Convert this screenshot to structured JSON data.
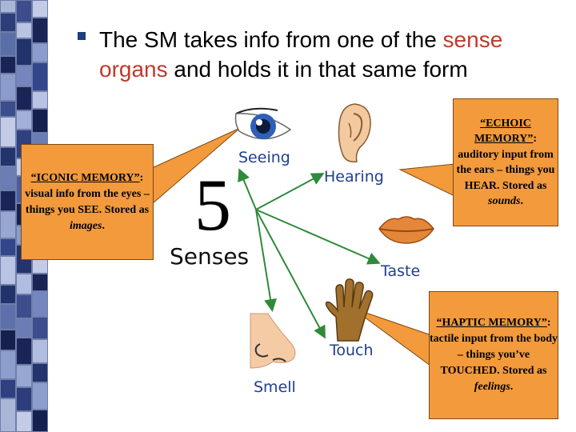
{
  "slide": {
    "heading_part1": "The SM takes info from one of the ",
    "heading_highlight": "sense organs",
    "heading_part2": " and holds it in that same form"
  },
  "callouts": {
    "iconic": {
      "title": "“ICONIC MEMORY”",
      "colon": ":",
      "body": "visual info from the eyes –things you SEE. Stored as",
      "emph": "images",
      "end": "."
    },
    "echoic": {
      "title": "“ECHOIC MEMORY”",
      "colon": ":",
      "body": "auditory input from the ears – things you HEAR. Stored as",
      "emph": "sounds",
      "end": "."
    },
    "haptic": {
      "title": "“HAPTIC MEMORY”",
      "colon": ":",
      "body": "tactile input from the body – things you’ve TOUCHED. Stored as",
      "emph": "feelings",
      "end": "."
    }
  },
  "diagram": {
    "number": "5",
    "center_label": "Senses",
    "labels": {
      "seeing": "Seeing",
      "hearing": "Hearing",
      "taste": "Taste",
      "touch": "Touch",
      "smell": "Smell"
    },
    "icons": [
      "eye-icon",
      "ear-icon",
      "lips-icon",
      "hand-icon",
      "nose-icon"
    ]
  },
  "colors": {
    "callout_fill": "#f29a3c",
    "highlight_text": "#c0392b",
    "label_text": "#1f3f8f",
    "arrow": "#2f8a3a"
  }
}
